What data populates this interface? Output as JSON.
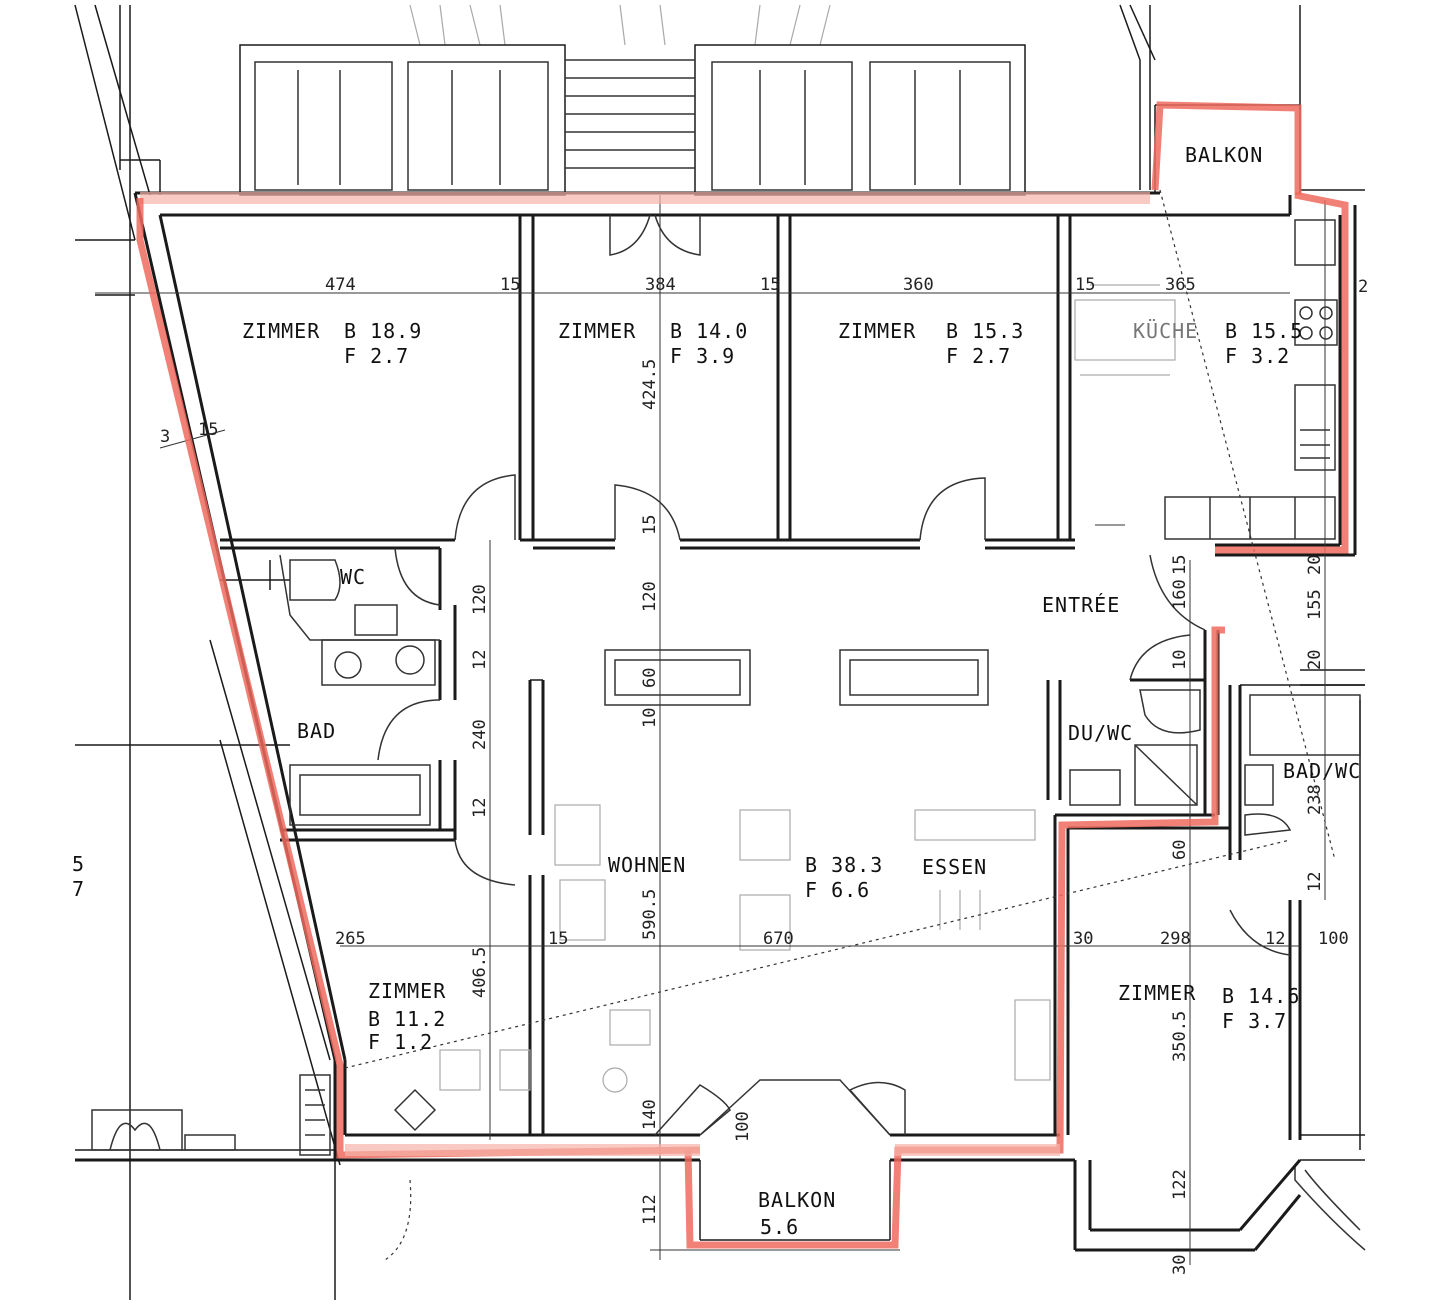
{
  "rooms": [
    {
      "name": "ZIMMER",
      "b": "B  18.9",
      "f": "F  2.7"
    },
    {
      "name": "ZIMMER",
      "b": "B  14.0",
      "f": "F  3.9"
    },
    {
      "name": "ZIMMER",
      "b": "B  15.3",
      "f": "F  2.7"
    },
    {
      "name": "KÜCHE",
      "b": "B  15.5",
      "f": "F  3.2"
    },
    {
      "name": "WOHNEN",
      "b": "B  38.3",
      "f": "F  6.6"
    },
    {
      "name": "ESSEN"
    },
    {
      "name": "ZIMMER",
      "b": "B  11.2",
      "f": "F  1.2"
    },
    {
      "name": "ZIMMER",
      "b": "B  14.6",
      "f": "F  3.7"
    }
  ],
  "labels": {
    "balkon_top": "BALKON",
    "balkon_bottom": "BALKON",
    "balkon_bottom_area": "5.6",
    "wc": "WC",
    "bad": "BAD",
    "entree": "ENTRÉE",
    "du_wc": "DU/WC",
    "bad_wc": "BAD/WC",
    "margin_5": "5",
    "margin_7": "7",
    "dim_2": "2"
  },
  "dims": {
    "d474": "474",
    "d15a": "15",
    "d384": "384",
    "d15b": "15",
    "d360": "360",
    "d15c": "15",
    "d365": "365",
    "d3": "3",
    "d15_diag": "15",
    "d424_5": "424.5",
    "d15_v": "15",
    "d120a": "120",
    "d120b": "120",
    "d12a": "12",
    "d60": "60",
    "d10a": "10",
    "d240": "240",
    "d12b": "12",
    "d15_r": "15",
    "d160": "160",
    "d10b": "10",
    "d20a": "20",
    "d155": "155",
    "d20b": "20",
    "d238": "238",
    "d12c": "12",
    "d60b": "60",
    "d265": "265",
    "d406_5": "406.5",
    "d15_w": "15",
    "d590_5": "590.5",
    "d670": "670",
    "d30a": "30",
    "d298": "298",
    "d12d": "12",
    "d100a": "100",
    "d350_5": "350.5",
    "d140": "140",
    "d100b": "100",
    "d112": "112",
    "d122": "122",
    "d30b": "30"
  }
}
